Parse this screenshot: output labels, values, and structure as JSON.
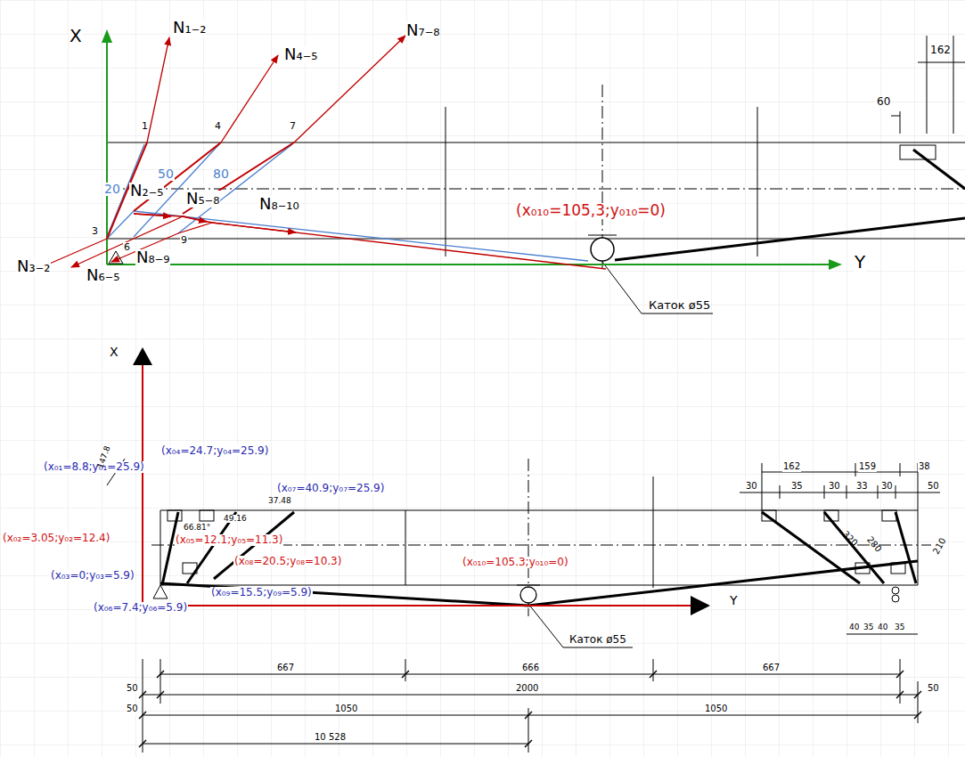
{
  "diagram": {
    "labels": [
      "X",
      "Y",
      "N₁₋₂",
      "N₄₋₅",
      "N₇₋₈",
      "1",
      "4",
      "7",
      "3",
      "6",
      "9",
      "20",
      "50",
      "80",
      "N₂₋₅",
      "N₅₋₈",
      "N₈₋₁₀",
      "N₃₋₂",
      "N₆₋₅",
      "N₈₋₉",
      "(x₀₁₀=105,3;y₀₁₀=0)",
      "Каток ø55",
      "162",
      "60",
      "X",
      "Y",
      "(x₀₁=8.8;y₀₁=25.9)",
      "(x₀₄=24.7;y₀₄=25.9)",
      "(x₀₇=40.9;y₀₇=25.9)",
      "(x₀₂=3.05;y₀₂=12.4)",
      "(x₀₅=12.1;y₀₅=11.3)",
      "(x₀₈=20.5;y₀₈=10.3)",
      "(x₀₃=0;y₀₃=5.9)",
      "(x₀₉=15.5;y₀₉=5.9)",
      "(x₀₆=7.4;y₀₆=5.9)",
      "(x₀₁₀=105.3;y₀₁₀=0)",
      "Каток ø55",
      "66.81°",
      "49.16",
      "37.48",
      "147.8",
      "162",
      "159",
      "38",
      "30",
      "35",
      "30",
      "33",
      "30",
      "50",
      "320",
      "280",
      "210",
      "40",
      "35",
      "40",
      "35",
      "667",
      "666",
      "667",
      "50",
      "2000",
      "50",
      "50",
      "1050",
      "1050",
      "10 528"
    ]
  }
}
